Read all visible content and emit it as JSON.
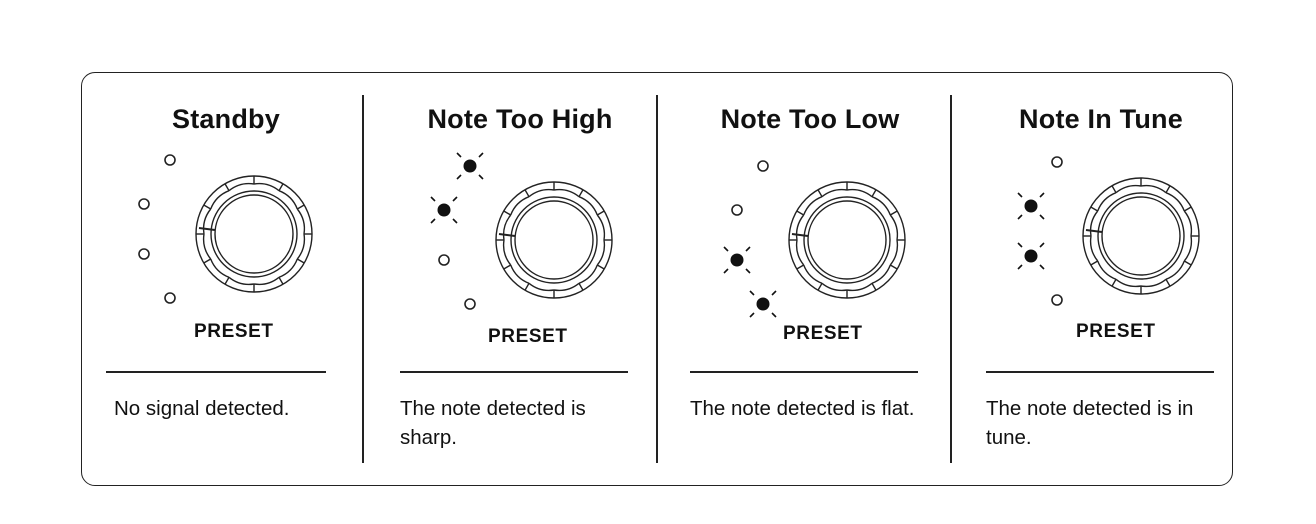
{
  "panels": [
    {
      "title": "Standby",
      "preset_label": "PRESET",
      "description": "No signal detected.",
      "leds": [
        "off",
        "off",
        "off",
        "off"
      ]
    },
    {
      "title": "Note Too High",
      "preset_label": "PRESET",
      "description": "The note detected is sharp.",
      "leds": [
        "on",
        "on",
        "off",
        "off"
      ]
    },
    {
      "title": "Note Too Low",
      "preset_label": "PRESET",
      "description": "The note detected is flat.",
      "leds": [
        "off",
        "off",
        "on",
        "on"
      ]
    },
    {
      "title": "Note In Tune",
      "preset_label": "PRESET",
      "description": "The note detected is in tune.",
      "leds": [
        "off",
        "on",
        "on",
        "off"
      ]
    }
  ]
}
